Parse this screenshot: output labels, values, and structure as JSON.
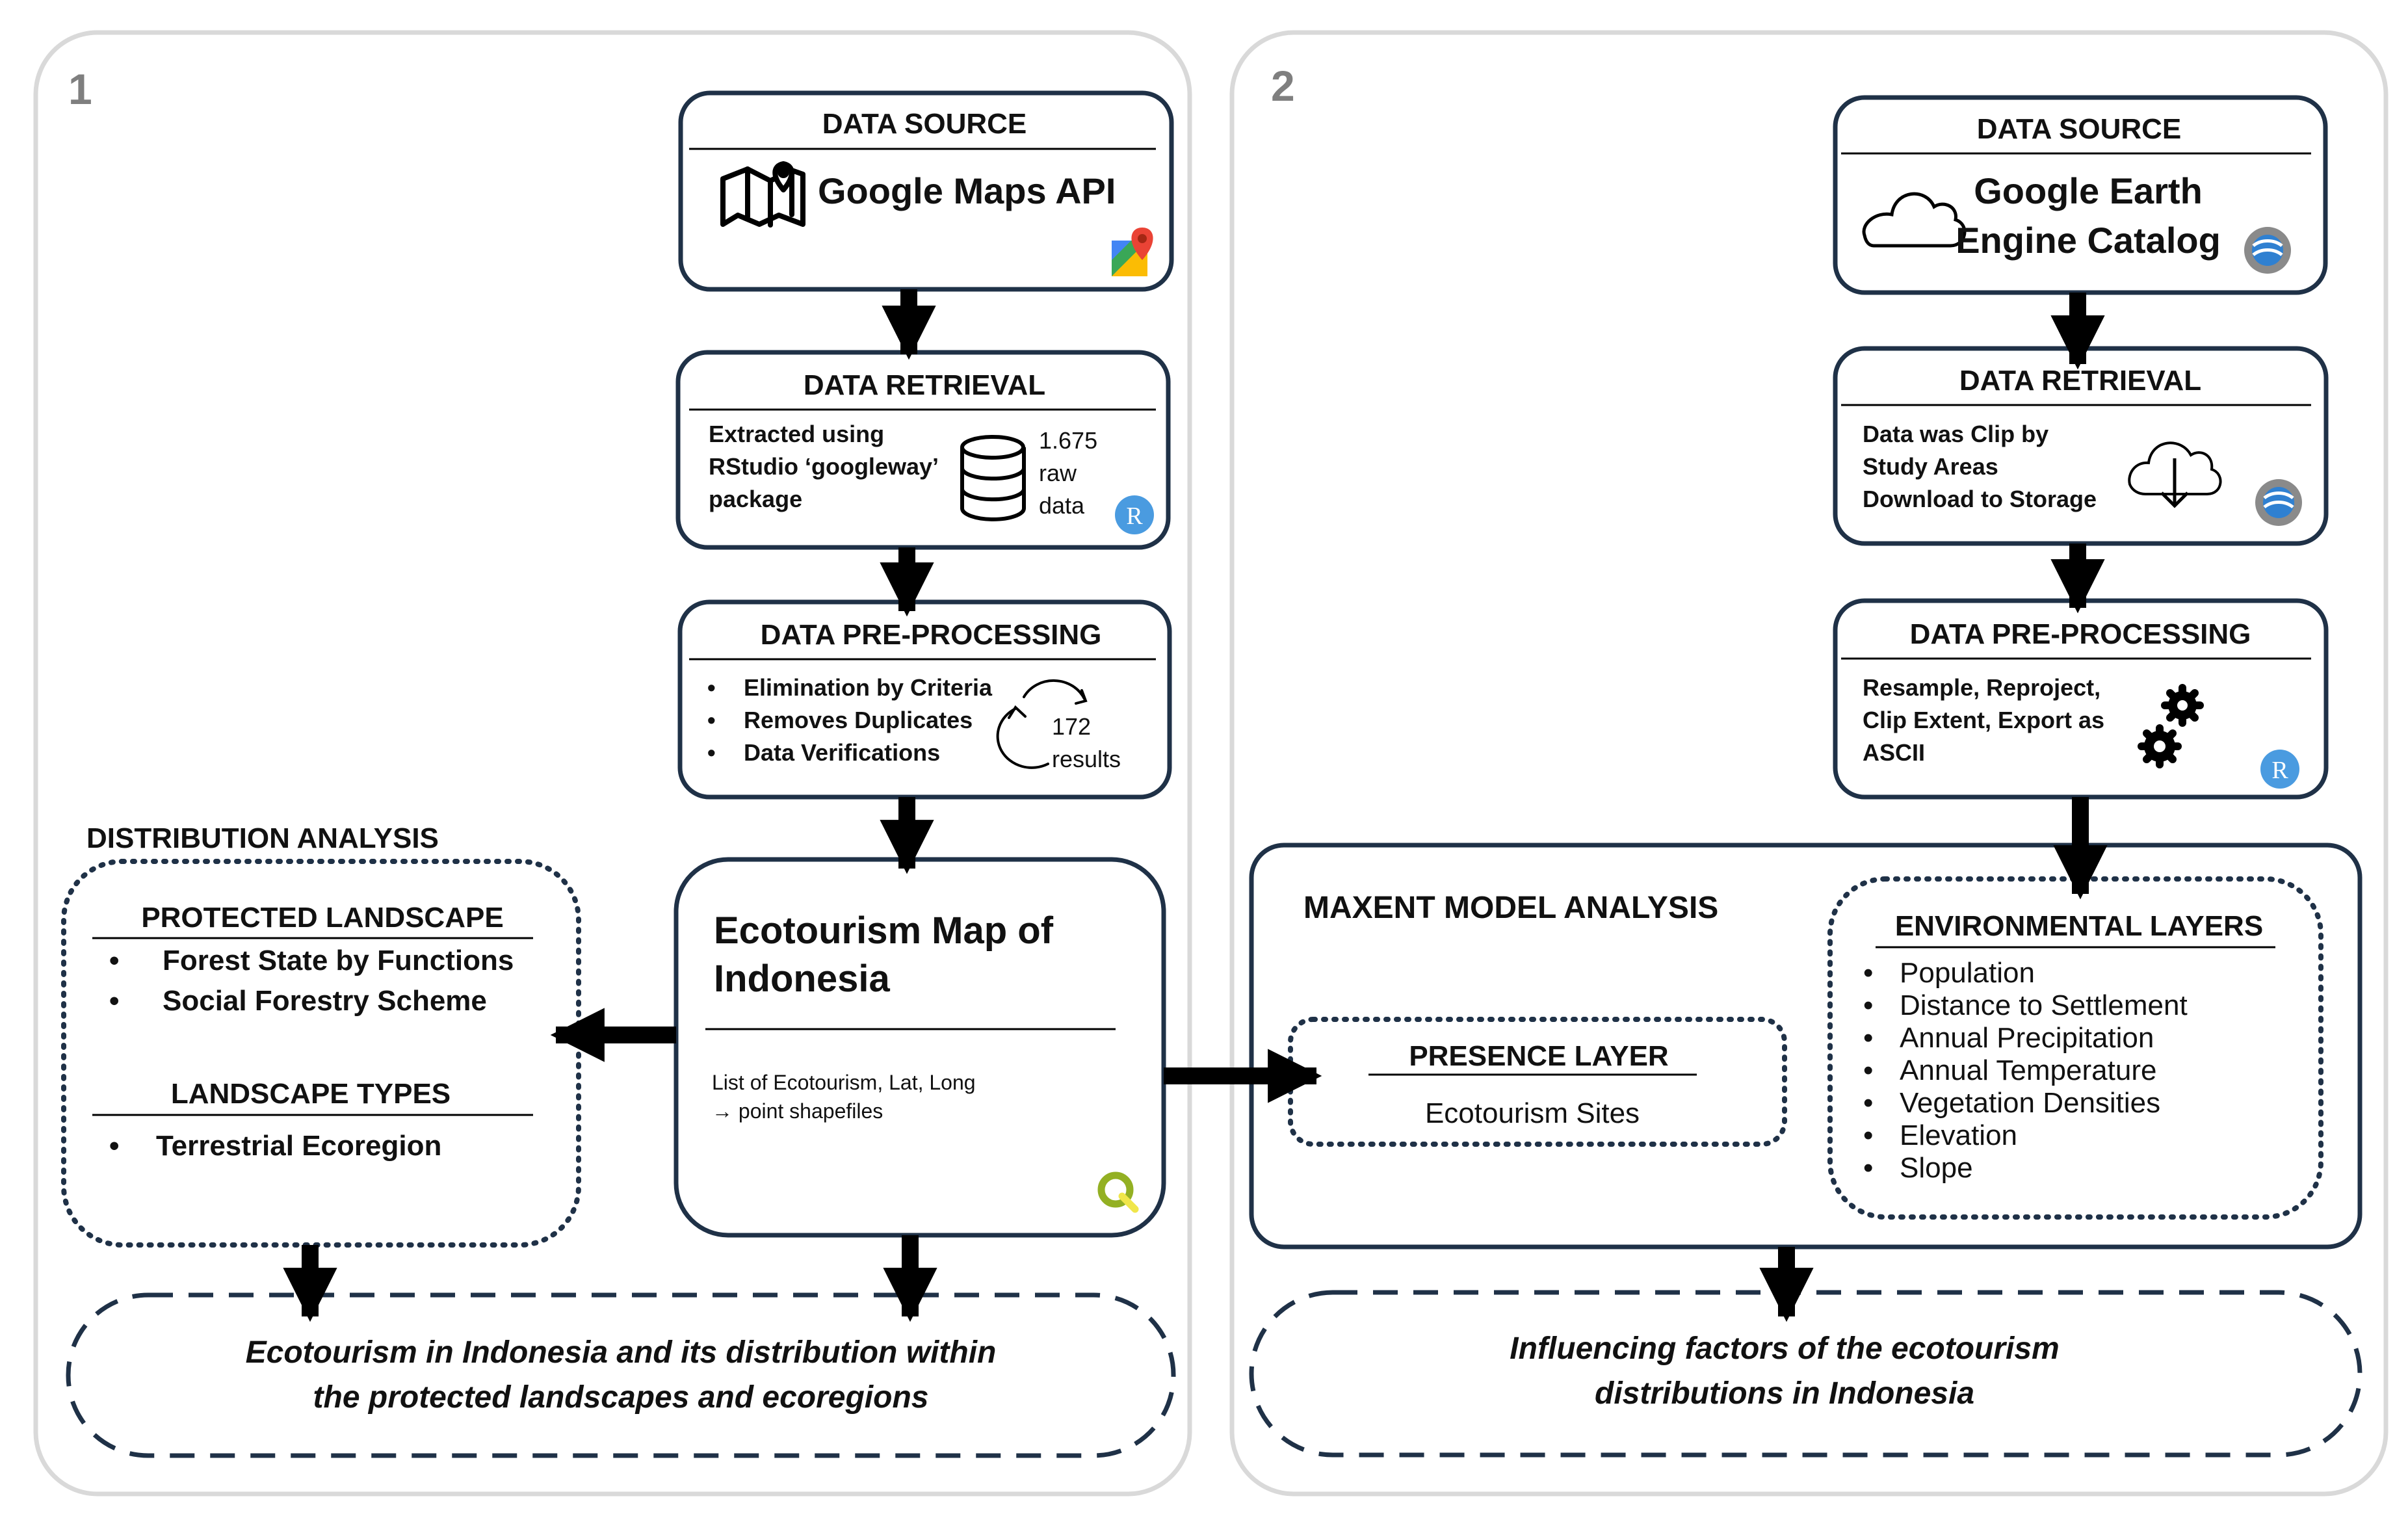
{
  "panels": [
    {
      "number": "1"
    },
    {
      "number": "2"
    }
  ],
  "panel1": {
    "data_source": {
      "header": "DATA SOURCE",
      "name": "Google Maps API",
      "icon": "folded-map-pin-icon",
      "logo": "google-maps-logo"
    },
    "data_retrieval": {
      "header": "DATA RETRIEVAL",
      "lines": [
        "Extracted using",
        "RStudio ‘googleway’",
        "package"
      ],
      "count_lines": [
        "1.675",
        "raw",
        "data"
      ],
      "icon": "database-icon",
      "logo": "r-logo"
    },
    "pre_processing": {
      "header": "DATA PRE-PROCESSING",
      "items": [
        "Elimination by Criteria",
        "Removes Duplicates",
        "Data Verifications"
      ],
      "result_lines": [
        "172",
        "results"
      ],
      "icon": "refresh-arrows-icon"
    },
    "ecotourism_map": {
      "title_lines": [
        "Ecotourism Map of",
        "Indonesia"
      ],
      "desc_lines": [
        "List of Ecotourism, Lat, Long",
        "→ point shapefiles"
      ],
      "logo": "qgis-logo"
    },
    "distribution_analysis": {
      "label": "DISTRIBUTION ANALYSIS",
      "protected_header": "PROTECTED LANDSCAPE",
      "protected_items": [
        "Forest State by Functions",
        "Social Forestry Scheme"
      ],
      "types_header": "LANDSCAPE TYPES",
      "types_items": [
        "Terrestrial Ecoregion"
      ]
    },
    "outcome_lines": [
      "Ecotourism in Indonesia and its distribution within",
      "the protected landscapes and ecoregions"
    ]
  },
  "panel2": {
    "data_source": {
      "header": "DATA SOURCE",
      "name_lines": [
        "Google Earth",
        "Engine Catalog"
      ],
      "icon": "cloud-icon",
      "logo": "earth-engine-logo"
    },
    "data_retrieval": {
      "header": "DATA RETRIEVAL",
      "lines": [
        "Data was Clip by",
        "Study Areas",
        "Download to Storage"
      ],
      "icon": "cloud-download-icon",
      "logo": "earth-engine-logo"
    },
    "pre_processing": {
      "header": "DATA PRE-PROCESSING",
      "lines": [
        "Resample, Reproject,",
        "Clip Extent, Export as",
        "ASCII"
      ],
      "icon": "gears-icon",
      "logo": "r-logo"
    },
    "maxent": {
      "title": "MAXENT MODEL ANALYSIS",
      "presence_header": "PRESENCE LAYER",
      "presence_item": "Ecotourism Sites",
      "env_header": "ENVIRONMENTAL LAYERS",
      "env_items": [
        "Population",
        "Distance to Settlement",
        "Annual Precipitation",
        "Annual Temperature",
        "Vegetation Densities",
        "Elevation",
        "Slope"
      ]
    },
    "outcome_lines": [
      "Influencing factors of the ecotourism",
      "distributions in Indonesia"
    ]
  },
  "colors": {
    "box_border": "#1f3147",
    "panel_border": "#d9d9d9",
    "panel_number": "#7f7f7f",
    "arrow": "#000000",
    "r_logo": "#4a9be0"
  }
}
